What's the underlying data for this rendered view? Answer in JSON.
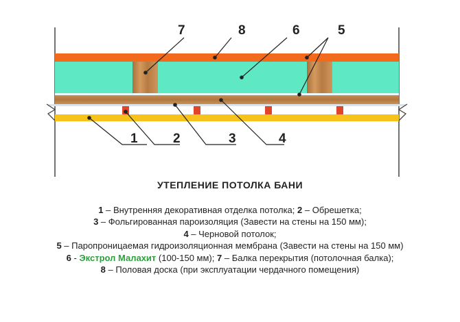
{
  "callouts": [
    "7",
    "8",
    "6",
    "5",
    "1",
    "2",
    "3",
    "4"
  ],
  "title": "УТЕПЛЕНИЕ ПОТОЛКА БАНИ",
  "legend": [
    {
      "parts": [
        {
          "num": "1",
          "text": " – Внутренняя декоративная отделка потолка; "
        },
        {
          "num": "2",
          "text": " – Обрешетка;"
        }
      ]
    },
    {
      "parts": [
        {
          "num": "3",
          "text": " – Фольгированная пароизоляция (Завести на стены на 150 мм);"
        }
      ]
    },
    {
      "parts": [
        {
          "num": "4",
          "text": " – Черновой потолок;"
        }
      ]
    },
    {
      "parts": [
        {
          "num": "5",
          "text": " – Паропроницаемая гидроизоляционная мембрана (Завести на стены на 150 мм)"
        }
      ]
    },
    {
      "parts": [
        {
          "num": "6",
          "text": " - "
        },
        {
          "brand": "Экстрол Малахит",
          "text": " (100-150 мм); "
        },
        {
          "num": "7",
          "text": " – Балка перекрытия (потолочная балка);"
        }
      ]
    },
    {
      "parts": [
        {
          "num": "8",
          "text": " – Половая доска (при эксплуатации чердачного помещения)"
        }
      ]
    }
  ],
  "colors": {
    "floor_board": "#f26b1d",
    "insulation": "#5ee8c4",
    "wood": "#c98d52",
    "finish": "#f7c21c",
    "lath": "#e0452a",
    "membrane": "#e9f7ff"
  }
}
